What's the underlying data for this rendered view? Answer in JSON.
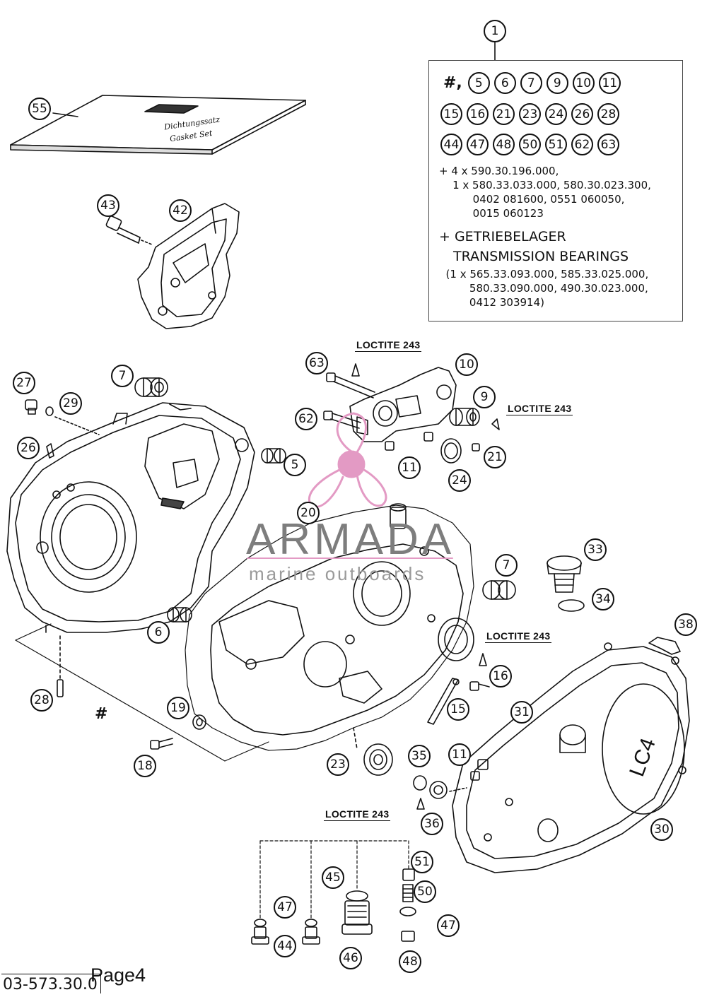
{
  "callouts": [
    {
      "id": "c1",
      "label": "1"
    },
    {
      "id": "c55",
      "label": "55"
    },
    {
      "id": "c43",
      "label": "43"
    },
    {
      "id": "c42",
      "label": "42"
    },
    {
      "id": "c7a",
      "label": "7"
    },
    {
      "id": "c27",
      "label": "27"
    },
    {
      "id": "c29",
      "label": "29"
    },
    {
      "id": "c26",
      "label": "26"
    },
    {
      "id": "c63",
      "label": "63"
    },
    {
      "id": "c10",
      "label": "10"
    },
    {
      "id": "c9",
      "label": "9"
    },
    {
      "id": "c62",
      "label": "62"
    },
    {
      "id": "c5",
      "label": "5"
    },
    {
      "id": "c11a",
      "label": "11"
    },
    {
      "id": "c21",
      "label": "21"
    },
    {
      "id": "c24",
      "label": "24"
    },
    {
      "id": "c20",
      "label": "20"
    },
    {
      "id": "c7b",
      "label": "7"
    },
    {
      "id": "c33",
      "label": "33"
    },
    {
      "id": "c34",
      "label": "34"
    },
    {
      "id": "c6",
      "label": "6"
    },
    {
      "id": "c38",
      "label": "38"
    },
    {
      "id": "c16",
      "label": "16"
    },
    {
      "id": "c28",
      "label": "28"
    },
    {
      "id": "c15",
      "label": "15"
    },
    {
      "id": "c31",
      "label": "31"
    },
    {
      "id": "c19",
      "label": "19"
    },
    {
      "id": "c18",
      "label": "18"
    },
    {
      "id": "c23",
      "label": "23"
    },
    {
      "id": "c35",
      "label": "35"
    },
    {
      "id": "c11b",
      "label": "11"
    },
    {
      "id": "c36",
      "label": "36"
    },
    {
      "id": "c30",
      "label": "30"
    },
    {
      "id": "c45",
      "label": "45"
    },
    {
      "id": "c51",
      "label": "51"
    },
    {
      "id": "c50",
      "label": "50"
    },
    {
      "id": "c47a",
      "label": "47"
    },
    {
      "id": "c47b",
      "label": "47"
    },
    {
      "id": "c44",
      "label": "44"
    },
    {
      "id": "c46",
      "label": "46"
    },
    {
      "id": "c48",
      "label": "48"
    }
  ],
  "kit": {
    "hash": "#,",
    "row1": [
      "5",
      "6",
      "7",
      "9",
      "10",
      "11"
    ],
    "row2": [
      "15",
      "16",
      "21",
      "23",
      "24",
      "26",
      "28"
    ],
    "row3": [
      "44",
      "47",
      "48",
      "50",
      "51",
      "62",
      "63"
    ],
    "text1": "+ 4 x 590.30.196.000,\n    1 x 580.33.033.000, 580.30.023.300,\n          0402 081600, 0551 060050,\n          0015 060123",
    "bearings_line1": "+ GETRIEBELAGER",
    "bearings_line2": "TRANSMISSION BEARINGS",
    "text2": "  (1 x 565.33.093.000, 585.33.025.000,\n         580.33.090.000, 490.30.023.000,\n         0412 303914)"
  },
  "loctite": {
    "label": "LOCTITE 243"
  },
  "gasket_set": {
    "line1": "Dichtungssatz",
    "line2": "Gasket Set"
  },
  "clutch_cover_text": "LC4",
  "hash_label": "#",
  "footer": {
    "code": "03-573.30.0",
    "page": "Page4"
  },
  "watermark": {
    "title": "ARMADA",
    "subtitle": "marine outboards",
    "logo": "armada-propeller-logo",
    "color": "#e39ac4"
  }
}
